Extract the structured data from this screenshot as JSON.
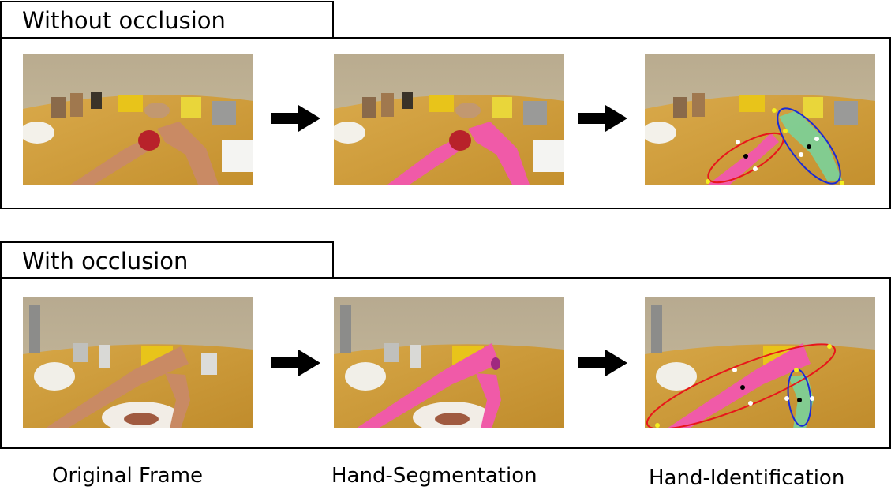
{
  "sections": [
    {
      "label": "Without occlusion"
    },
    {
      "label": "With occlusion"
    }
  ],
  "captions": [
    "Original Frame",
    "Hand-Segmentation",
    "Hand-Identification"
  ],
  "colors": {
    "segmentation": "#f05aa8",
    "left_hand_ellipse": "#e8161a",
    "right_hand_ellipse": "#1b2bd6",
    "right_hand_fill": "#7ad29a",
    "endpoint": "#f3ee20",
    "axis_point": "#ffffff",
    "center": "#000000"
  }
}
